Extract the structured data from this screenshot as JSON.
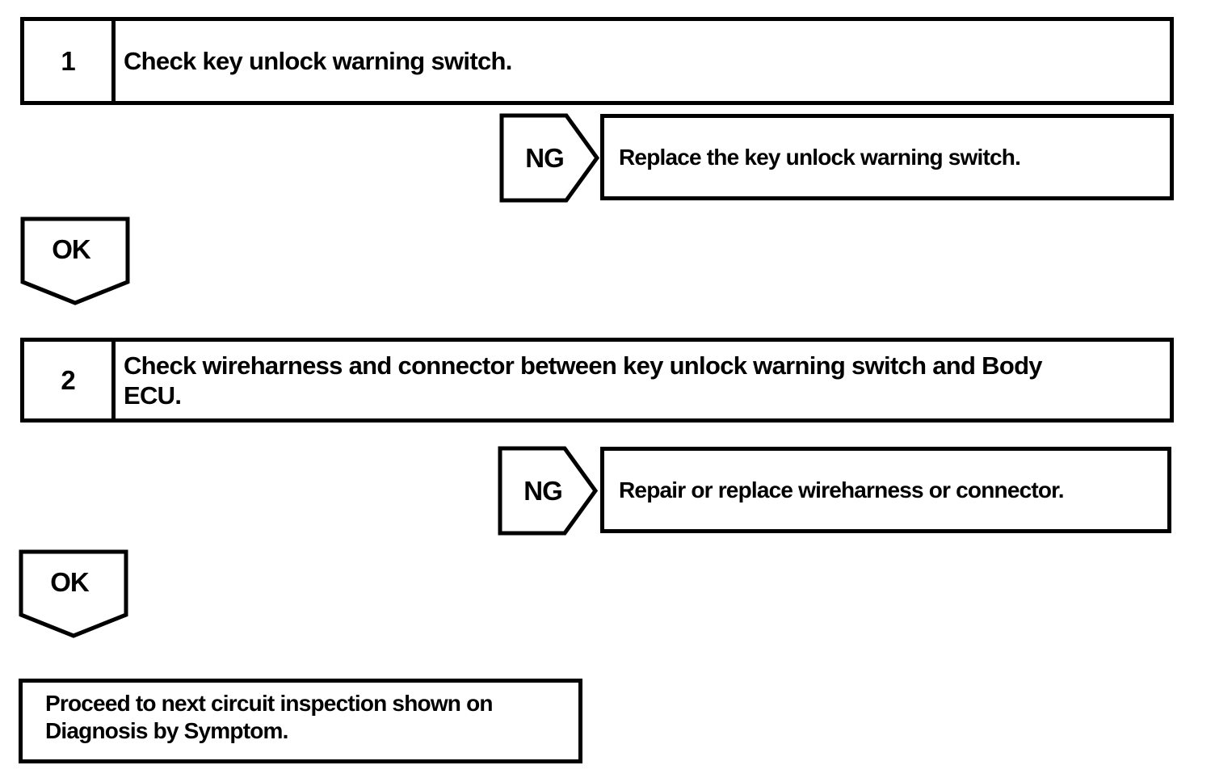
{
  "colors": {
    "paper": "#ffffff",
    "ink": "#000000"
  },
  "flowchart": {
    "steps": [
      {
        "number": "1",
        "instruction_lines": [
          "Check key unlock warning switch."
        ],
        "ng_label": "NG",
        "ng_action": "Replace the key unlock warning switch.",
        "ok_label": "OK"
      },
      {
        "number": "2",
        "instruction_lines": [
          "Check wireharness and connector between key unlock warning switch and Body",
          "ECU."
        ],
        "ng_label": "NG",
        "ng_action": "Repair or replace wireharness or connector.",
        "ok_label": "OK"
      }
    ],
    "final_box": {
      "lines": [
        "Proceed to next circuit inspection shown on",
        "Diagnosis by Symptom."
      ]
    }
  }
}
